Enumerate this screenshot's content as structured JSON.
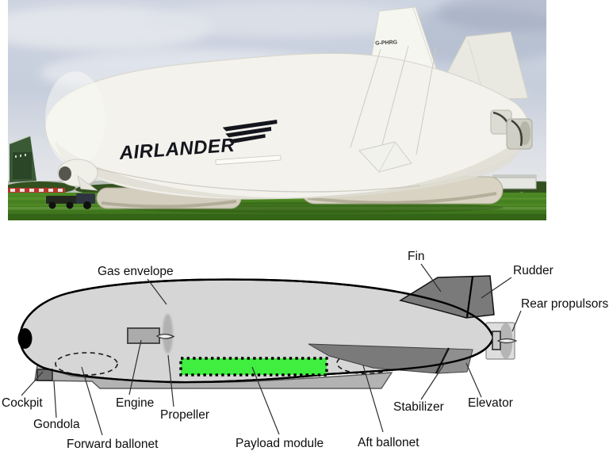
{
  "photo": {
    "airship_brand": "AIRLANDER",
    "tail_registration": "G-PHRG",
    "scene": {
      "sky_color": "#c6cedc",
      "grass_color": "#47851f",
      "hull_color": "#f3f2ec"
    }
  },
  "diagram": {
    "labels": {
      "gas_envelope": "Gas envelope",
      "fin": "Fin",
      "rudder": "Rudder",
      "rear_propulsors": "Rear propulsors",
      "cockpit": "Cockpit",
      "gondola": "Gondola",
      "engine": "Engine",
      "propeller": "Propeller",
      "forward_ballonet": "Forward ballonet",
      "payload_module": "Payload module",
      "aft_ballonet": "Aft ballonet",
      "stabilizer": "Stabilizer",
      "elevator": "Elevator"
    },
    "colors": {
      "hull_fill": "#d6d6d6",
      "tail_fill": "#7a7a7a",
      "gondola_fill": "#b3b3b3",
      "payload_fill": "#3fee3f",
      "outline": "#000000"
    }
  }
}
